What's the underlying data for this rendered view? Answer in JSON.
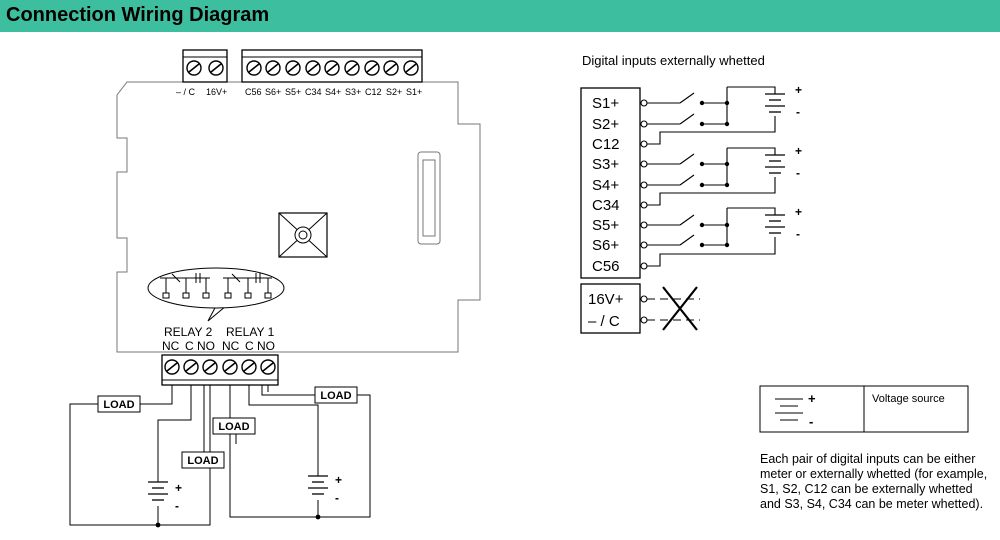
{
  "header": {
    "title": "Connection Wiring Diagram"
  },
  "module": {
    "power_labels": [
      "– / C",
      "16V+"
    ],
    "terminal_labels": [
      "C56",
      "S6+",
      "S5+",
      "C34",
      "S4+",
      "S3+",
      "C12",
      "S2+",
      "S1+"
    ],
    "relay_titles": [
      "RELAY 2",
      "RELAY 1"
    ],
    "relay_contacts": [
      "NC",
      "C",
      "NO",
      "NC",
      "C",
      "NO"
    ],
    "load_label": "LOAD"
  },
  "inputs_diagram": {
    "title": "Digital inputs externally whetted",
    "inputs": [
      "S1+",
      "S2+",
      "C12",
      "S3+",
      "S4+",
      "C34",
      "S5+",
      "S6+",
      "C56"
    ],
    "power": [
      "16V+",
      "– / C"
    ]
  },
  "legend": {
    "plus": "+",
    "minus": "-",
    "label": "Voltage source"
  },
  "note": "Each pair of digital inputs can be either meter or externally whetted (for example, S1, S2, C12 can be externally whetted and S3, S4, C34 can be meter whetted)."
}
